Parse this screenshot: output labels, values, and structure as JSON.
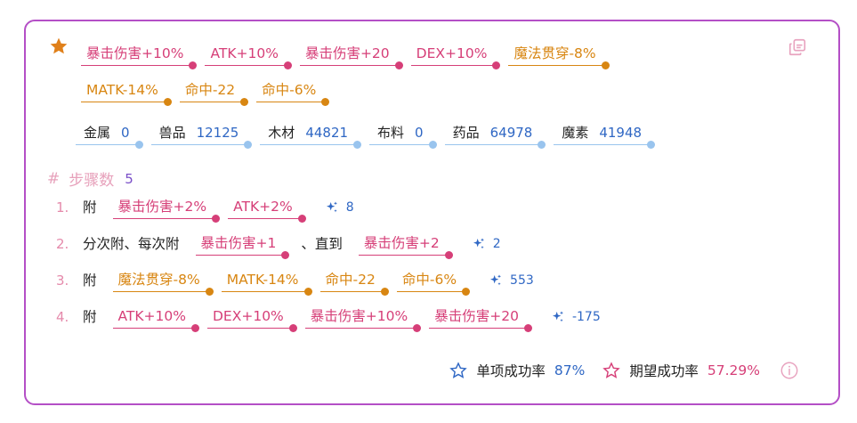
{
  "row1": [
    {
      "text": "暴击伤害+10%",
      "color": "pink"
    },
    {
      "text": "ATK+10%",
      "color": "pink"
    },
    {
      "text": "暴击伤害+20",
      "color": "pink"
    },
    {
      "text": "DEX+10%",
      "color": "pink"
    },
    {
      "text": "魔法贯穿-8%",
      "color": "orange"
    }
  ],
  "row2": [
    {
      "text": "MATK-14%",
      "color": "orange"
    },
    {
      "text": "命中-22",
      "color": "orange"
    },
    {
      "text": "命中-6%",
      "color": "orange"
    }
  ],
  "materials": [
    {
      "label": "金属",
      "value": "0"
    },
    {
      "label": "兽品",
      "value": "12125"
    },
    {
      "label": "木材",
      "value": "44821"
    },
    {
      "label": "布料",
      "value": "0"
    },
    {
      "label": "药品",
      "value": "64978"
    },
    {
      "label": "魔素",
      "value": "41948"
    }
  ],
  "steps_header": {
    "hash": "#",
    "label": "步骤数",
    "count": "5"
  },
  "steps": [
    {
      "num": "1.",
      "pre": "附",
      "tags": [
        {
          "text": "暴击伤害+2%",
          "color": "pink"
        },
        {
          "text": "ATK+2%",
          "color": "pink"
        }
      ],
      "value": "8"
    },
    {
      "num": "2.",
      "pre": "分次附、每次附",
      "tags": [
        {
          "text": "暴击伤害+1",
          "color": "pink"
        }
      ],
      "mid": "、直到",
      "tags2": [
        {
          "text": "暴击伤害+2",
          "color": "pink"
        }
      ],
      "value": "2"
    },
    {
      "num": "3.",
      "pre": "附",
      "tags": [
        {
          "text": "魔法贯穿-8%",
          "color": "orange"
        },
        {
          "text": "MATK-14%",
          "color": "orange"
        },
        {
          "text": "命中-22",
          "color": "orange"
        },
        {
          "text": "命中-6%",
          "color": "orange"
        }
      ],
      "value": "553"
    },
    {
      "num": "4.",
      "pre": "附",
      "tags": [
        {
          "text": "ATK+10%",
          "color": "pink"
        },
        {
          "text": "DEX+10%",
          "color": "pink"
        },
        {
          "text": "暴击伤害+10%",
          "color": "pink"
        },
        {
          "text": "暴击伤害+20",
          "color": "pink"
        }
      ],
      "value": "-175"
    }
  ],
  "footer": {
    "single_label": "单项成功率",
    "single_value": "87%",
    "expected_label": "期望成功率",
    "expected_value": "57.29%"
  },
  "colors": {
    "border": "#b44fc6",
    "pink": "#d63f78",
    "orange": "#d88612",
    "blue": "#2f67c4",
    "star": "#e0801a"
  },
  "icons": [
    "star-icon",
    "copy-icon",
    "sparkle-icon",
    "star-outline-icon",
    "info-icon"
  ]
}
